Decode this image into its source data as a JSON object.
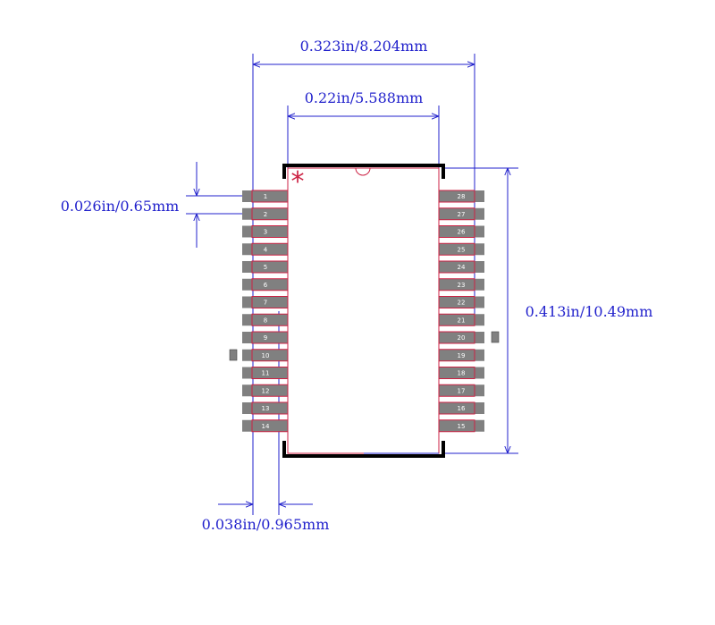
{
  "dimensions": {
    "overall_width": "0.323in/8.204mm",
    "body_width": "0.22in/5.588mm",
    "pitch": "0.026in/0.65mm",
    "height": "0.413in/10.49mm",
    "pad_width": "0.038in/0.965mm"
  },
  "pin1_marker": "*",
  "pins_left": [
    "1",
    "2",
    "3",
    "4",
    "5",
    "6",
    "7",
    "8",
    "9",
    "10",
    "11",
    "12",
    "13",
    "14"
  ],
  "pins_right": [
    "28",
    "27",
    "26",
    "25",
    "24",
    "23",
    "22",
    "21",
    "20",
    "19",
    "18",
    "17",
    "16",
    "15"
  ],
  "colors": {
    "dimension": "#2222cc",
    "pad": "#808080",
    "pad_outline": "#cc2244",
    "silkscreen": "#000000",
    "pin1_marker": "#cc2244"
  }
}
